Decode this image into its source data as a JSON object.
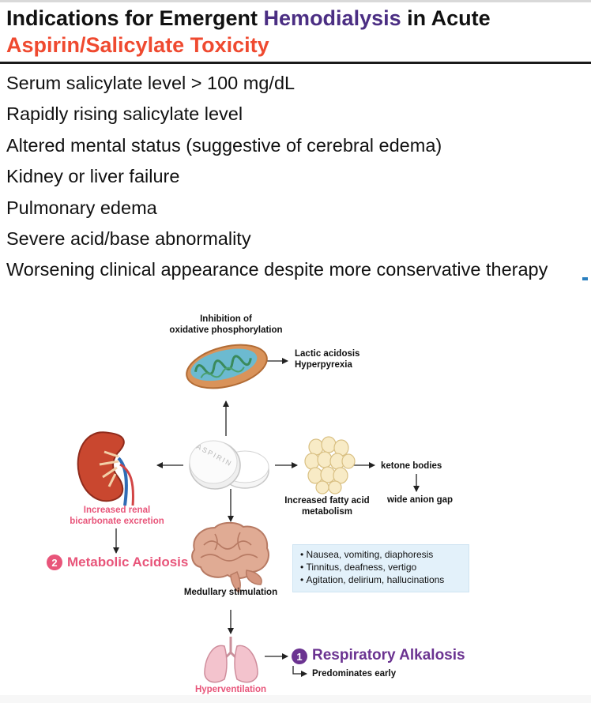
{
  "title": {
    "line1_pre": "Indications for Emergent ",
    "line1_highlight": "Hemodialysis",
    "line1_post": " in Acute",
    "line2": "Aspirin/Salicylate Toxicity"
  },
  "indications": [
    "Serum salicylate level > 100 mg/dL",
    "Rapidly rising salicylate level",
    "Altered mental status (suggestive of cerebral edema)",
    "Kidney or liver failure",
    "Pulmonary edema",
    "Severe acid/base abnormality",
    "Worsening clinical appearance despite more conservative therapy"
  ],
  "diagram": {
    "oxphos_label": [
      "Inhibition of",
      "oxidative phosphorylation"
    ],
    "lactic_label": [
      "Lactic acidosis",
      "Hyperpyrexia"
    ],
    "pill_text": "ASPIRIN",
    "fatty_label": [
      "Increased fatty acid",
      "metabolism"
    ],
    "ketone_label": "ketone bodies",
    "anion_label": "wide anion gap",
    "renal_label": [
      "Increased renal",
      "bicarbonate excretion"
    ],
    "metabolic_number": "2",
    "metabolic_label": "Metabolic Acidosis",
    "medullary_label": "Medullary stimulation",
    "symptoms": [
      "Nausea, vomiting, diaphoresis",
      "Tinnitus, deafness, vertigo",
      "Agitation, delirium, hallucinations"
    ],
    "hyperventilation_label": "Hyperventilation",
    "respiratory_number": "1",
    "respiratory_label": "Respiratory Alkalosis",
    "predominates_label": "Predominates early"
  },
  "colors": {
    "accent_purple": "#4b2e83",
    "accent_red": "#ef4a30",
    "metabolic_pink": "#e8557a",
    "respiratory_purple": "#6b3391"
  }
}
